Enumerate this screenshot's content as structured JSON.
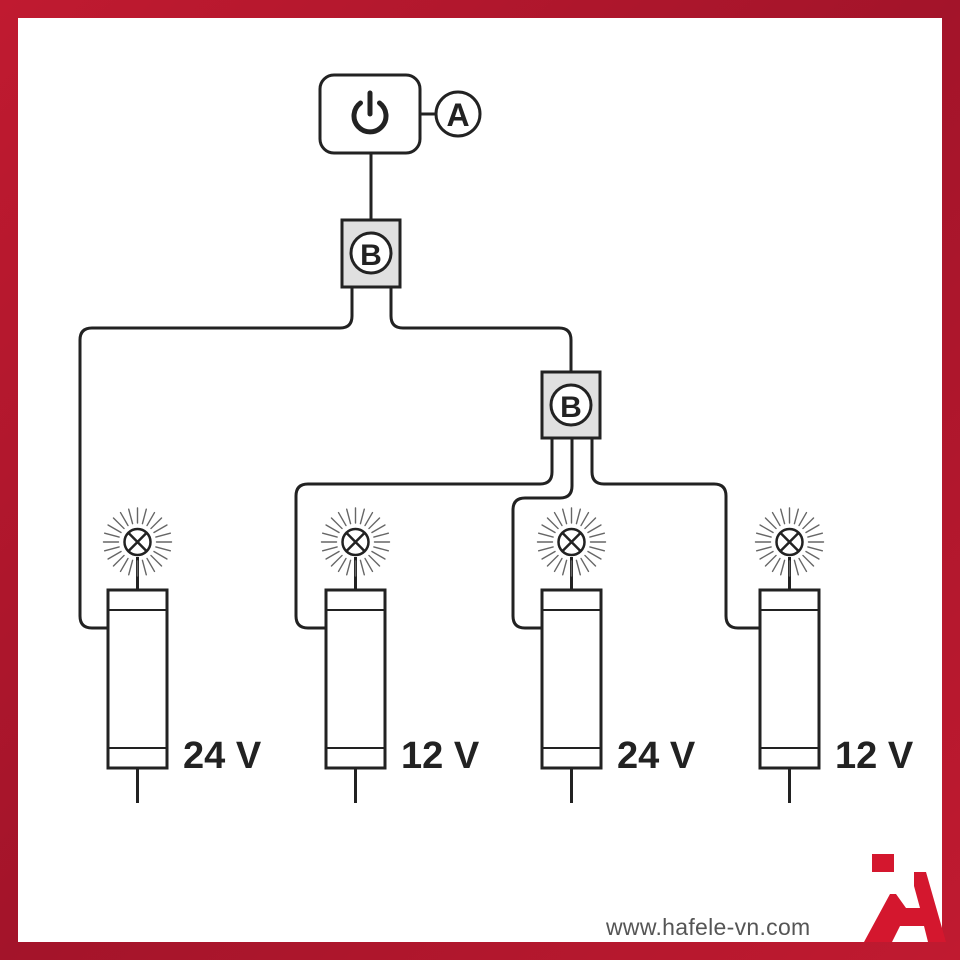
{
  "diagram": {
    "switch_label": "A",
    "splitter_label": "B",
    "drivers": [
      {
        "voltage": "24 V"
      },
      {
        "voltage": "12 V"
      },
      {
        "voltage": "24 V"
      },
      {
        "voltage": "12 V"
      }
    ]
  },
  "watermark": {
    "url": "www.hafele-vn.com",
    "logo_icon": "hafele-logo-icon"
  },
  "colors": {
    "border": "#b8182e",
    "line": "#222222",
    "splitter_fill": "#e0e0e0",
    "logo": "#d4172e"
  }
}
